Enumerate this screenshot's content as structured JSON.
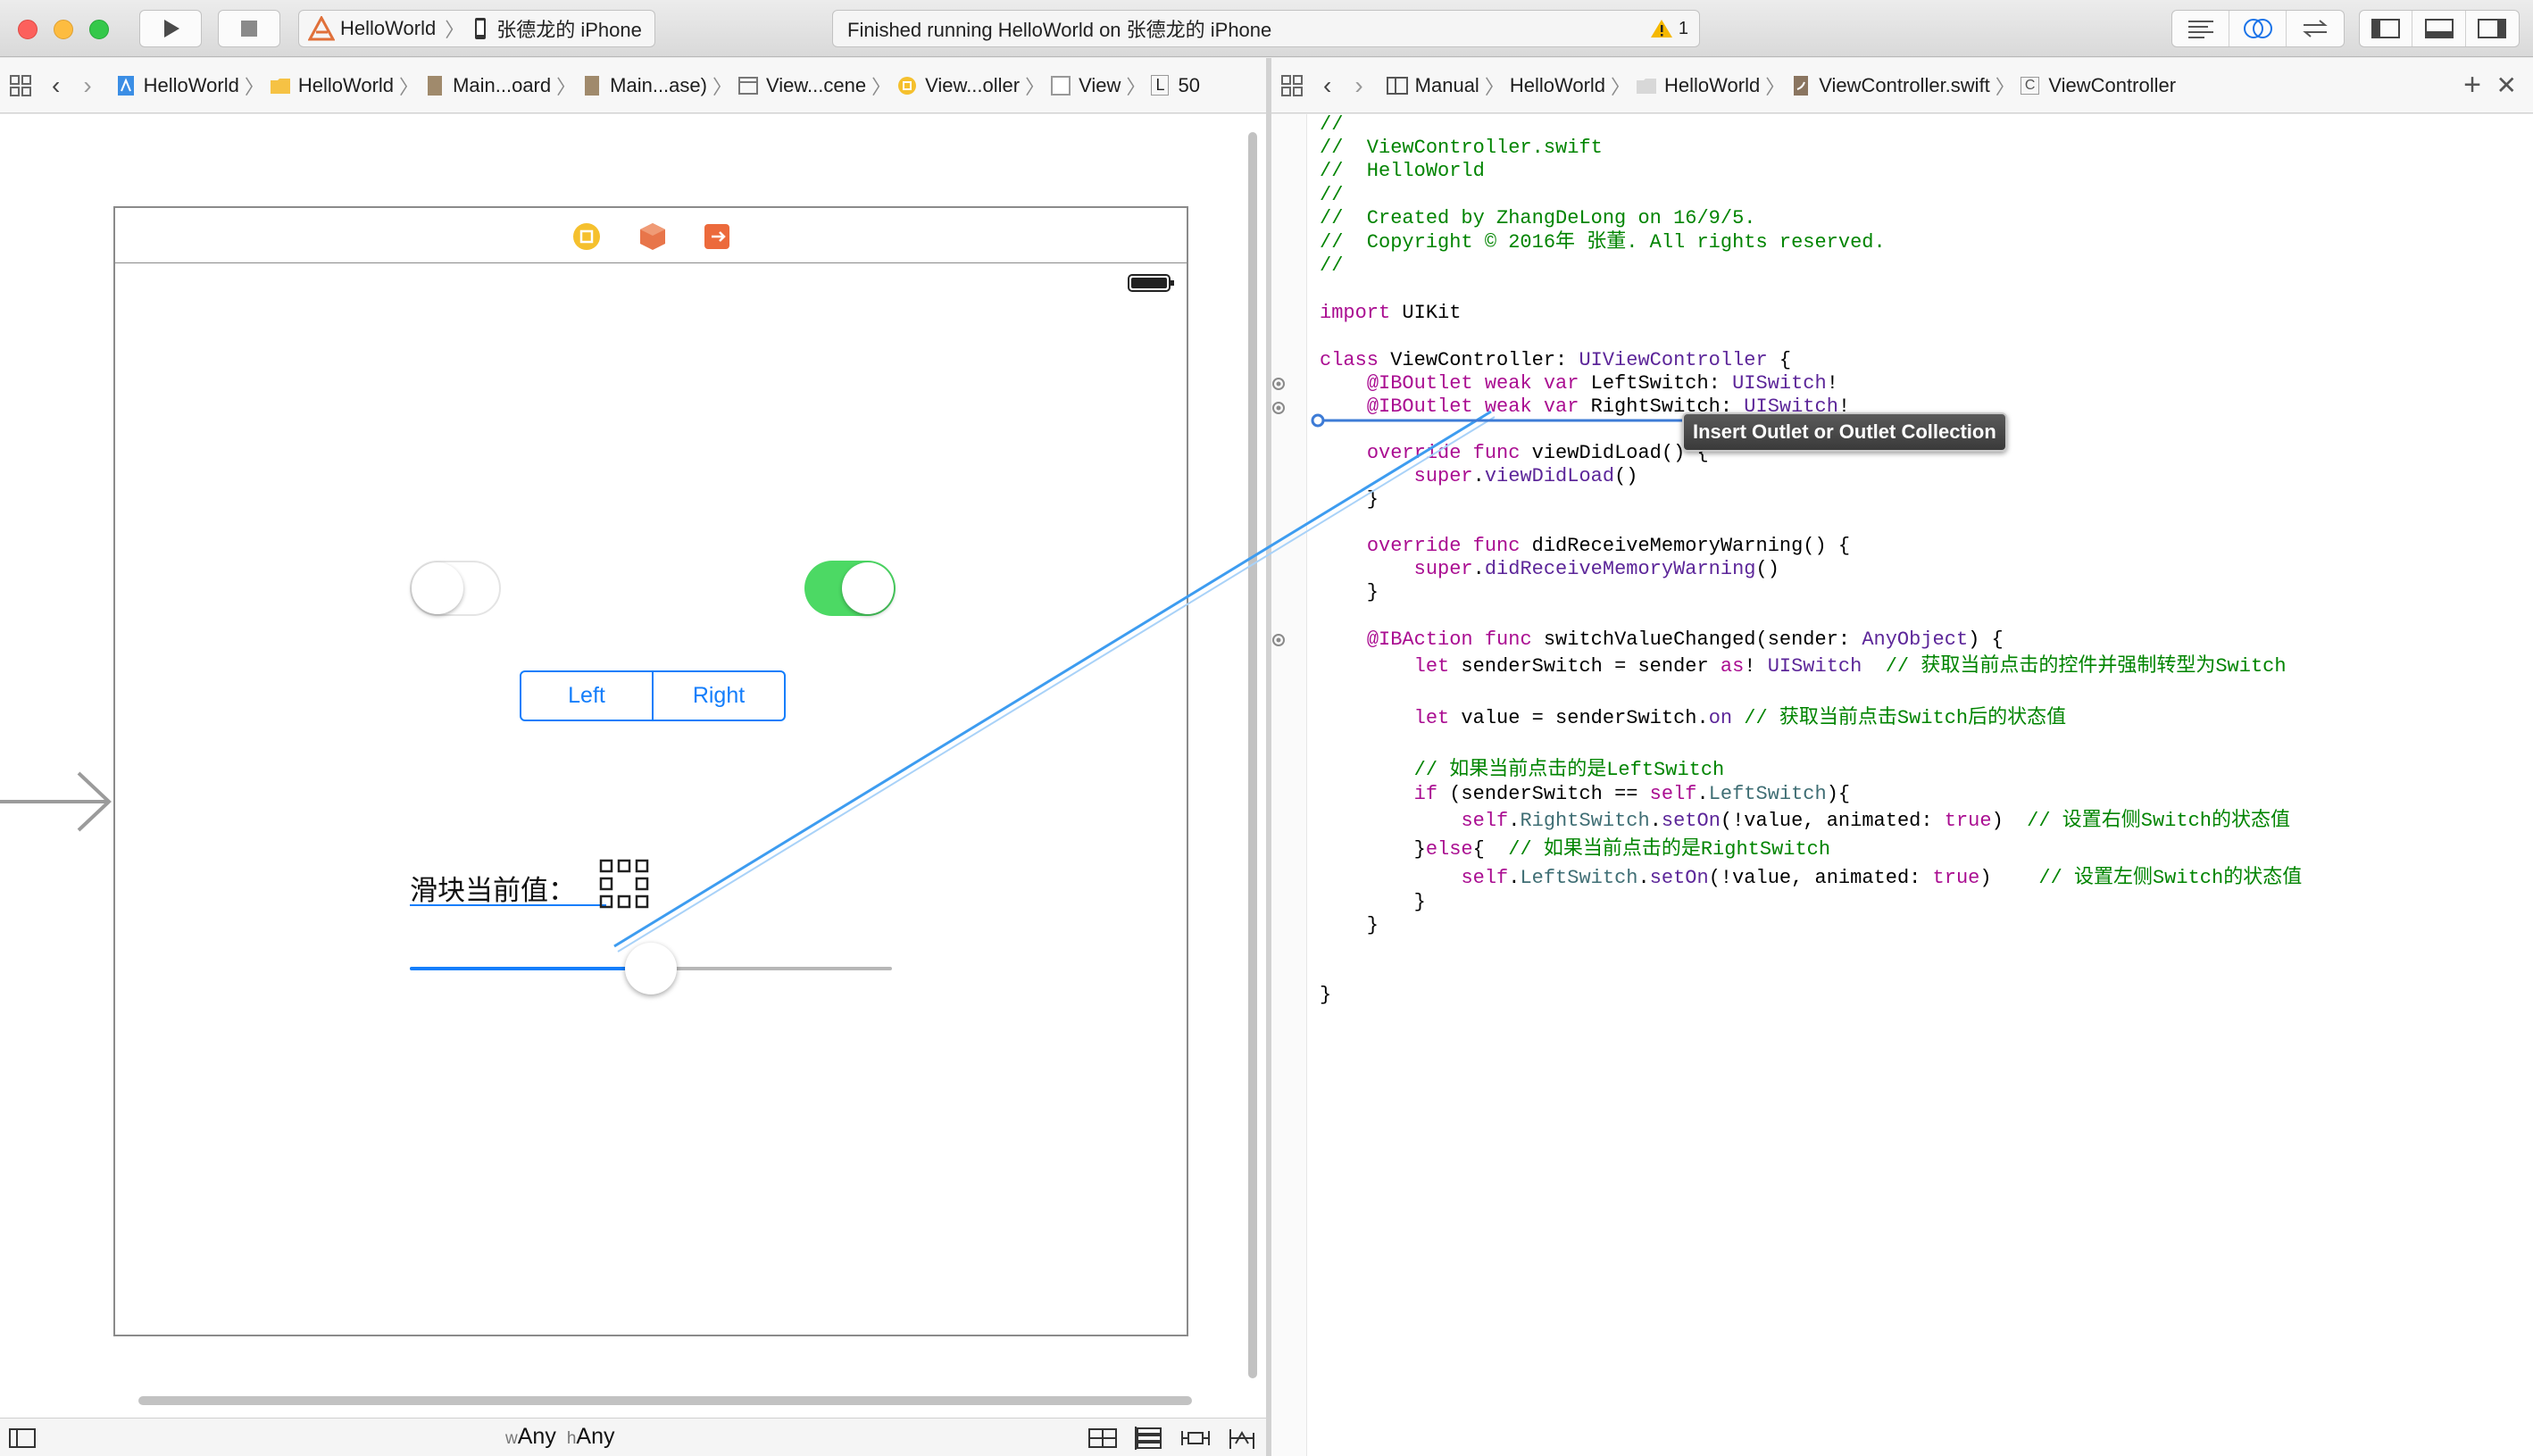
{
  "toolbar": {
    "scheme_project": "HelloWorld",
    "scheme_device": "张德龙的 iPhone",
    "activity_text": "Finished running HelloWorld on 张德龙的 iPhone",
    "warning_count": "1"
  },
  "left_jumpbar": {
    "crumbs": [
      "HelloWorld",
      "HelloWorld",
      "Main...oard",
      "Main...ase)",
      "View...cene",
      "View...oller",
      "View",
      "L",
      "50"
    ]
  },
  "right_jumpbar": {
    "crumbs": [
      "Manual",
      "HelloWorld",
      "HelloWorld",
      "ViewController.swift",
      "ViewController"
    ]
  },
  "storyboard": {
    "segment_left": "Left",
    "segment_right": "Right",
    "slider_label": "滑块当前值：",
    "slider_value_fraction": 0.5,
    "left_switch_on": false,
    "right_switch_on": true
  },
  "tooltip": "Insert Outlet or Outlet Collection",
  "size_class": {
    "w_prefix": "w",
    "w_value": "Any",
    "h_prefix": "h",
    "h_value": "Any"
  },
  "colors": {
    "accent": "#147efb",
    "switch_on": "#4cd964",
    "comment": "#008400",
    "keyword": "#aa0d91",
    "type": "#5c2699",
    "connection": "#3d9cf0"
  }
}
